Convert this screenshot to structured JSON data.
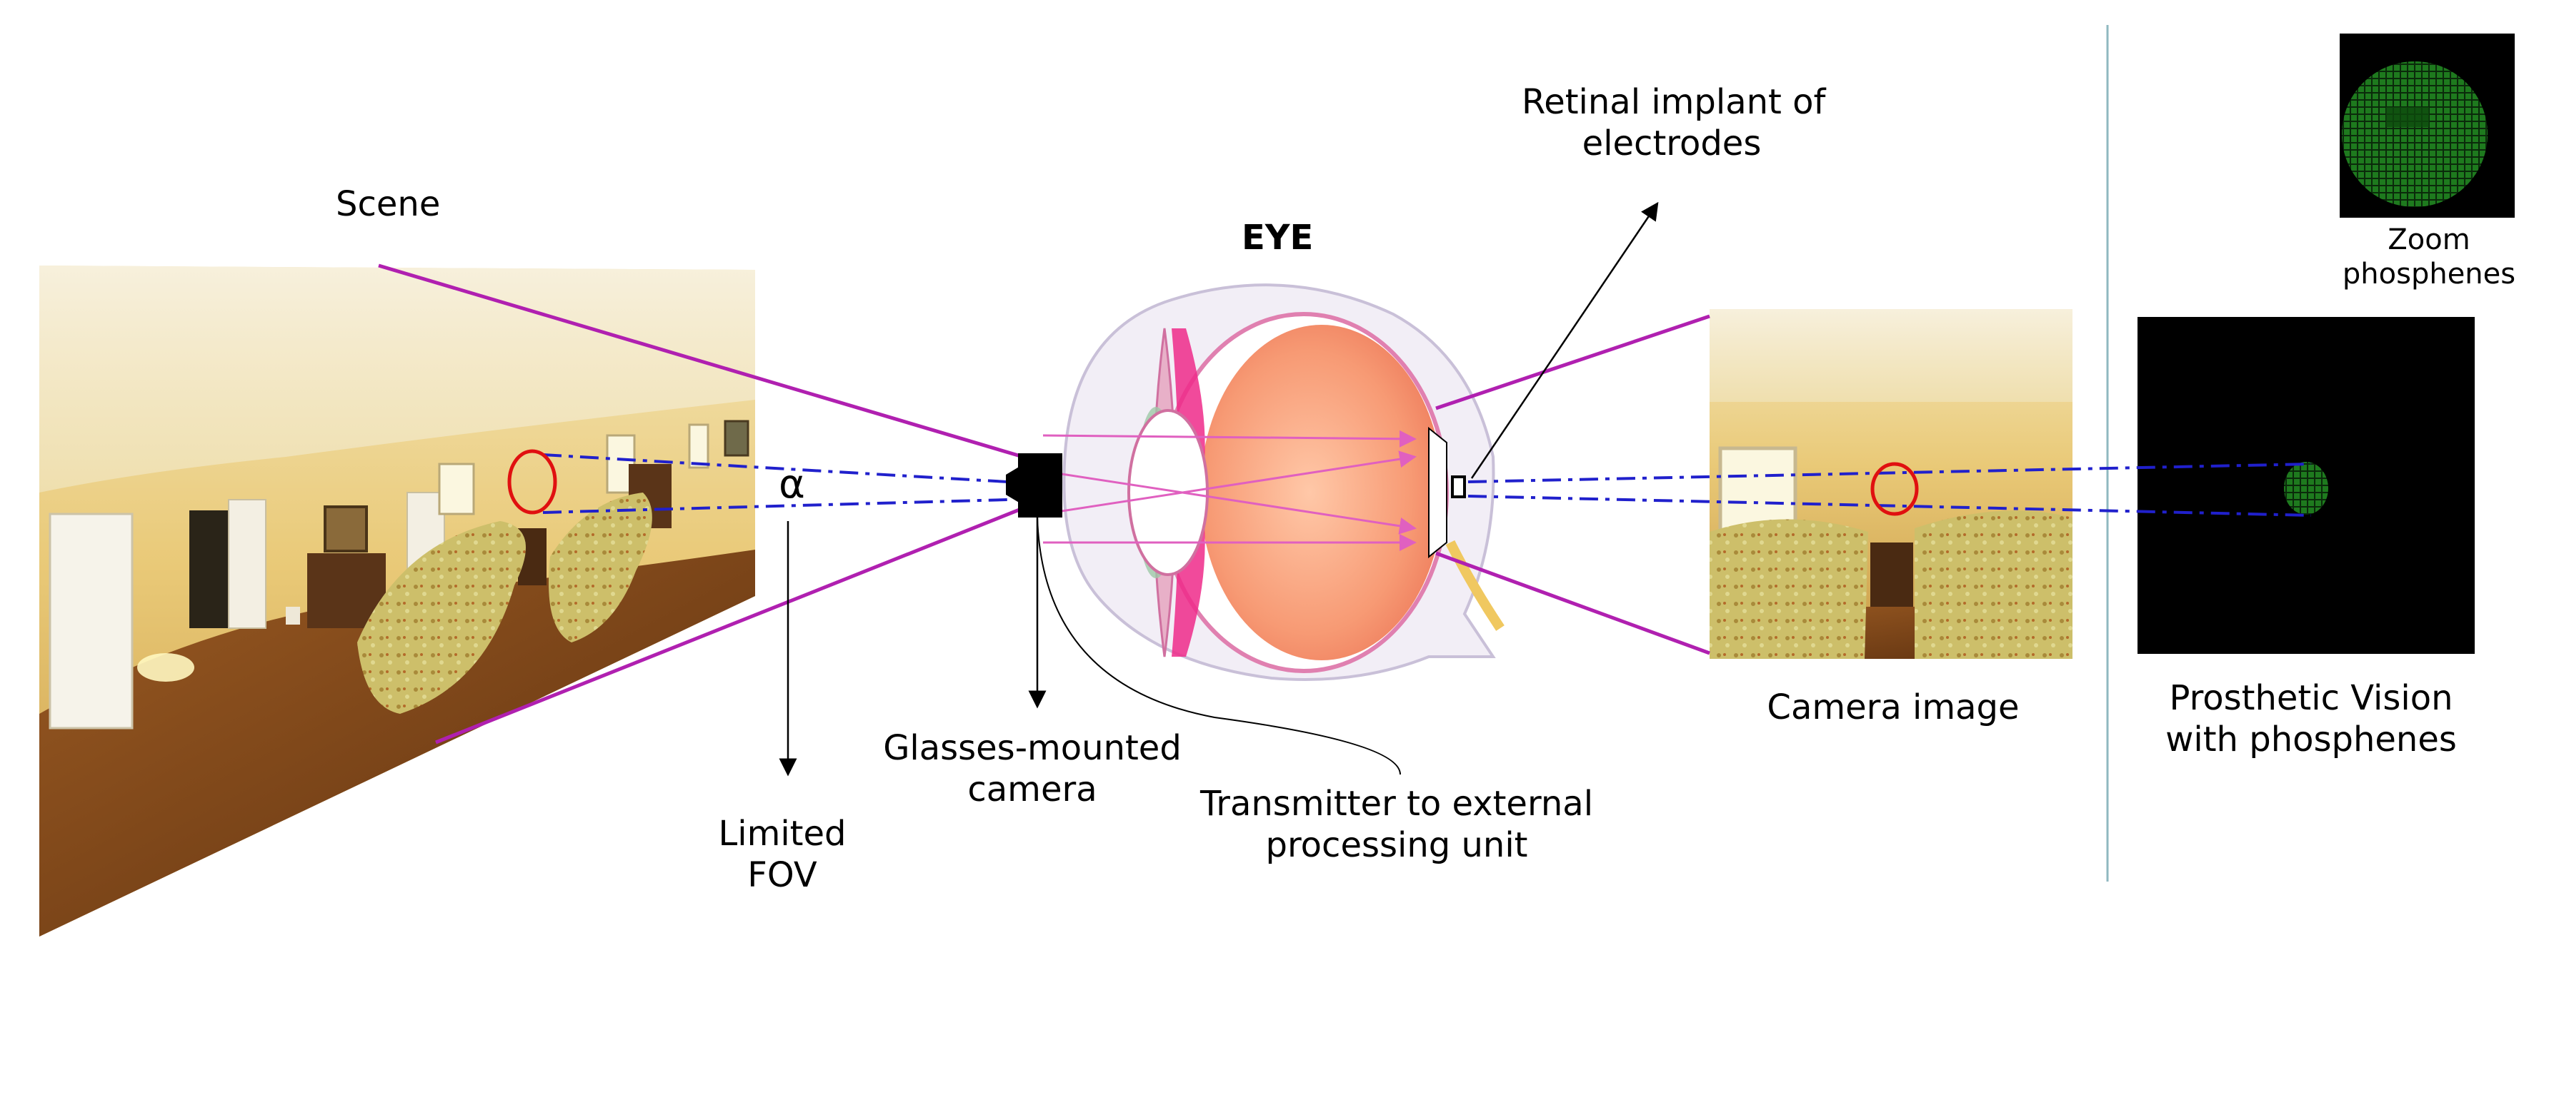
{
  "labels": {
    "scene": "Scene",
    "eye": "EYE",
    "retinal_implant": [
      "Retinal implant of",
      "electrodes"
    ],
    "alpha": "α",
    "limited_fov": [
      "Limited",
      "FOV"
    ],
    "glasses_camera": [
      "Glasses-mounted",
      "camera"
    ],
    "transmitter": [
      "Transmitter to external",
      "processing unit"
    ],
    "camera_image": "Camera image",
    "prosthetic_vision": [
      "Prosthetic Vision",
      "with phosphenes"
    ],
    "zoom_phosphenes": [
      "Zoom",
      "phosphenes"
    ]
  },
  "colors": {
    "projection_line": "#b020b0",
    "fov_dashed": "#2020cc",
    "highlight_circle": "#e01010",
    "phosphene": "#1f8a1f",
    "divider": "#8fb8c0"
  }
}
